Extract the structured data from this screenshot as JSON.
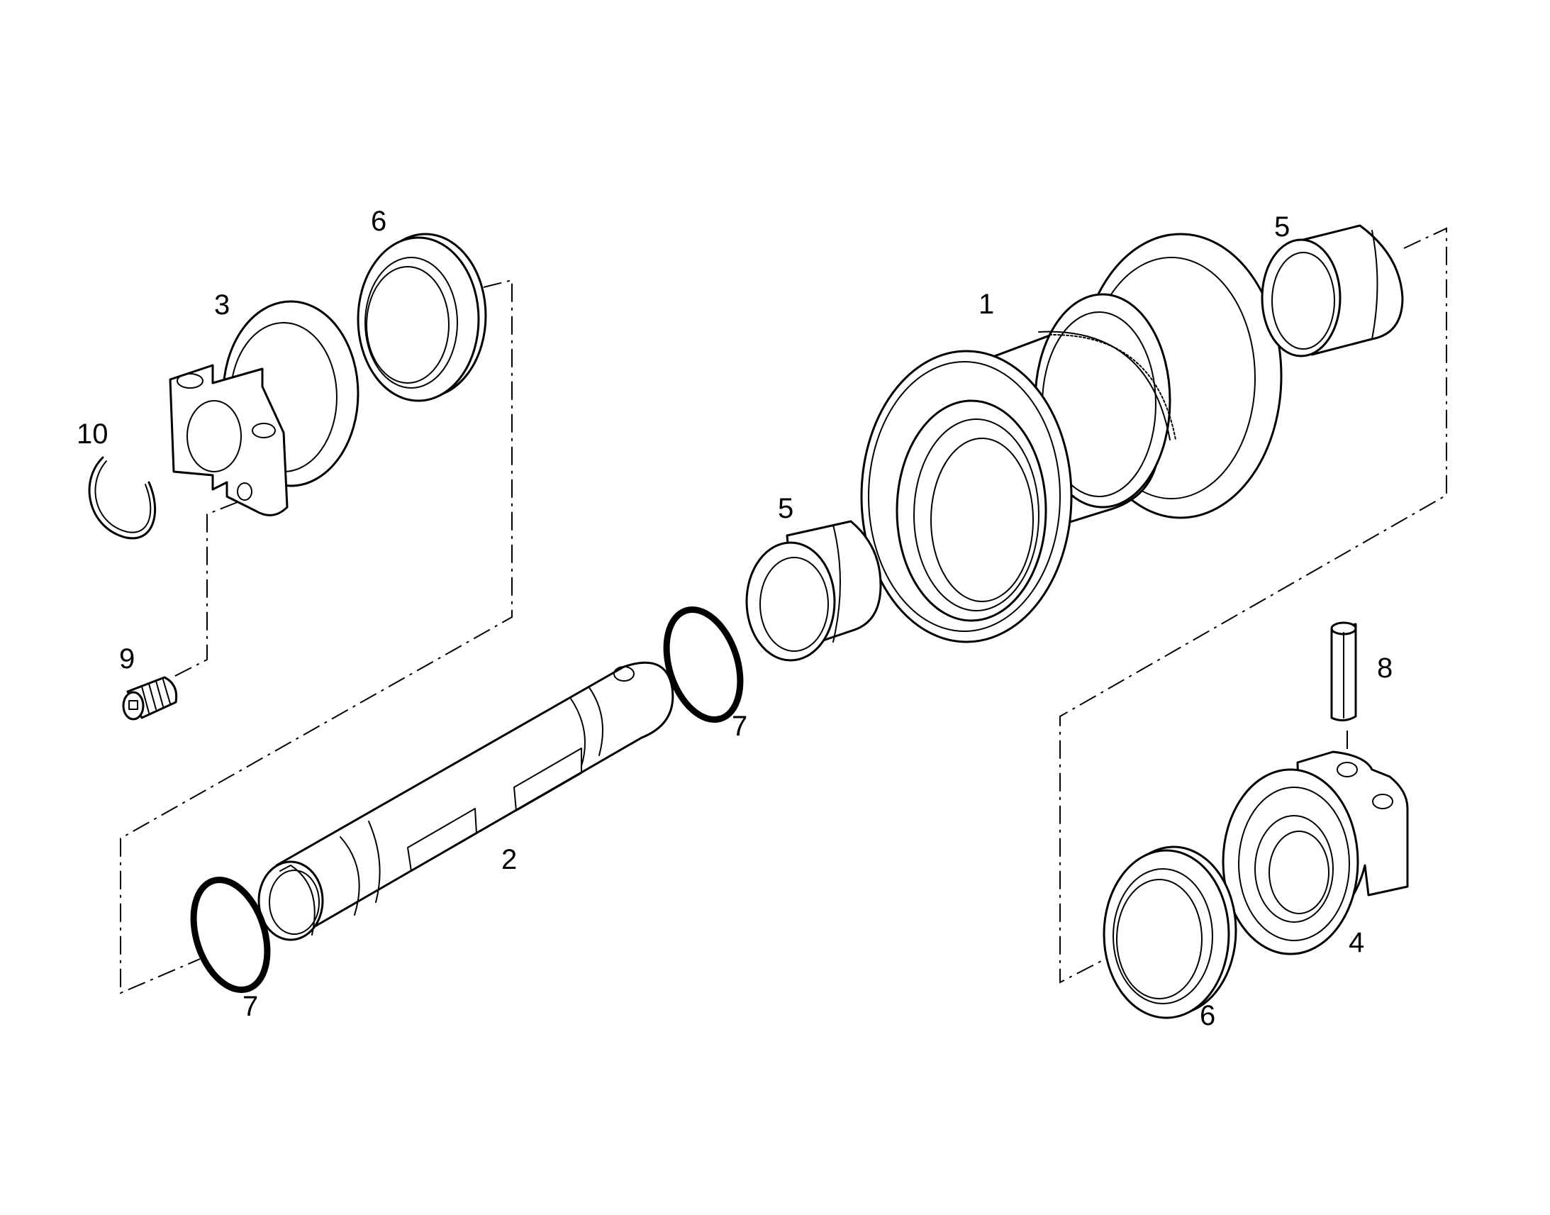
{
  "callouts": [
    {
      "id": "c1",
      "text": "1"
    },
    {
      "id": "c2",
      "text": "2"
    },
    {
      "id": "c3",
      "text": "3"
    },
    {
      "id": "c4",
      "text": "4"
    },
    {
      "id": "c5a",
      "text": "5"
    },
    {
      "id": "c5b",
      "text": "5"
    },
    {
      "id": "c6a",
      "text": "6"
    },
    {
      "id": "c6b",
      "text": "6"
    },
    {
      "id": "c7a",
      "text": "7"
    },
    {
      "id": "c7b",
      "text": "7"
    },
    {
      "id": "c8",
      "text": "8"
    },
    {
      "id": "c9",
      "text": "9"
    },
    {
      "id": "c10",
      "text": "10"
    }
  ],
  "colors": {
    "line": "#000000",
    "background": "#ffffff"
  }
}
